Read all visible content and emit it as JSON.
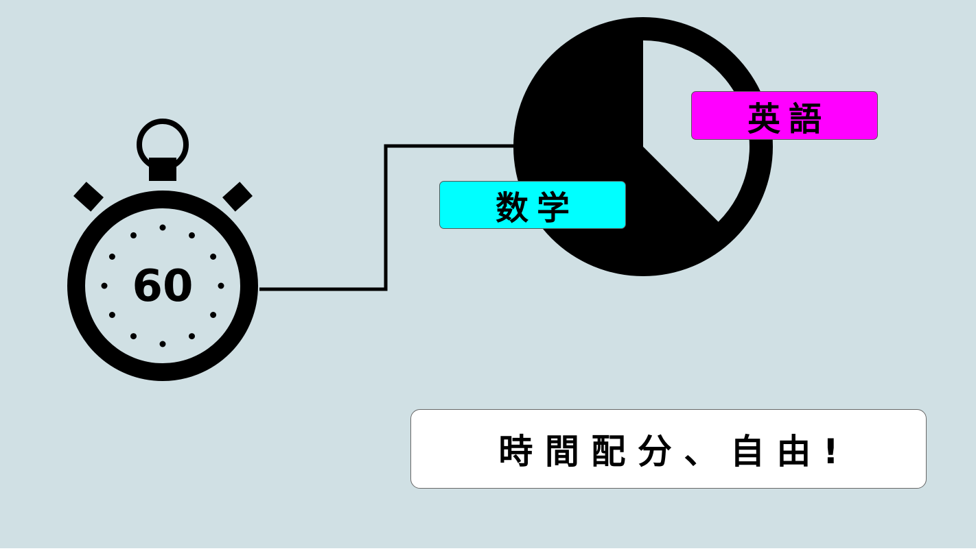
{
  "colors": {
    "background": "#d0e0e4",
    "ink": "#000000",
    "english_label_bg": "#ff00ff",
    "math_label_bg": "#00ffff",
    "caption_bg": "#ffffff"
  },
  "timer": {
    "icon": "stopwatch-icon",
    "value": "60"
  },
  "pie": {
    "icon": "pie-chart-icon",
    "slices": [
      {
        "value": 37.5
      },
      {
        "value": 62.5
      }
    ]
  },
  "labels": {
    "english": "英語",
    "math": "数学"
  },
  "caption": "時間配分、自由!"
}
